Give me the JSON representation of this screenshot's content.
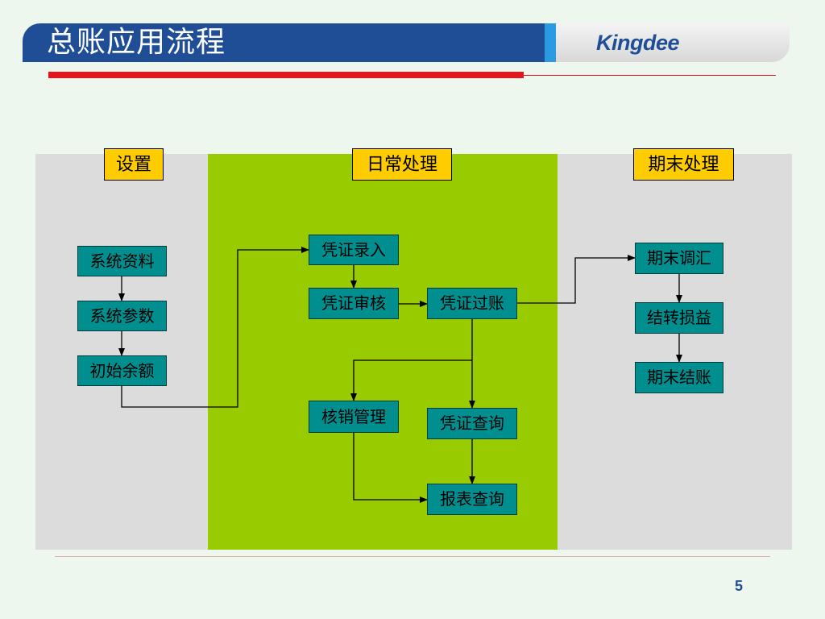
{
  "header": {
    "title": "总账应用流程",
    "logo": "Kingdee"
  },
  "phases": {
    "setup": "设置",
    "daily": "日常处理",
    "period_end": "期末处理"
  },
  "nodes": {
    "system_data": "系统资料",
    "system_params": "系统参数",
    "initial_balance": "初始余额",
    "voucher_entry": "凭证录入",
    "voucher_review": "凭证审核",
    "voucher_posting": "凭证过账",
    "writeoff_mgmt": "核销管理",
    "voucher_query": "凭证查询",
    "report_query": "报表查询",
    "period_adjust": "期末调汇",
    "transfer_pl": "结转损益",
    "period_close": "期末结账"
  },
  "footer": {
    "page_number": "5"
  },
  "colors": {
    "header_blue": "#1f4e96",
    "accent_red": "#e8141b",
    "phase_label": "#ffcc00",
    "node_fill": "#008e8e",
    "daily_bg": "#99cc00",
    "side_bg": "#dcdcdc"
  }
}
